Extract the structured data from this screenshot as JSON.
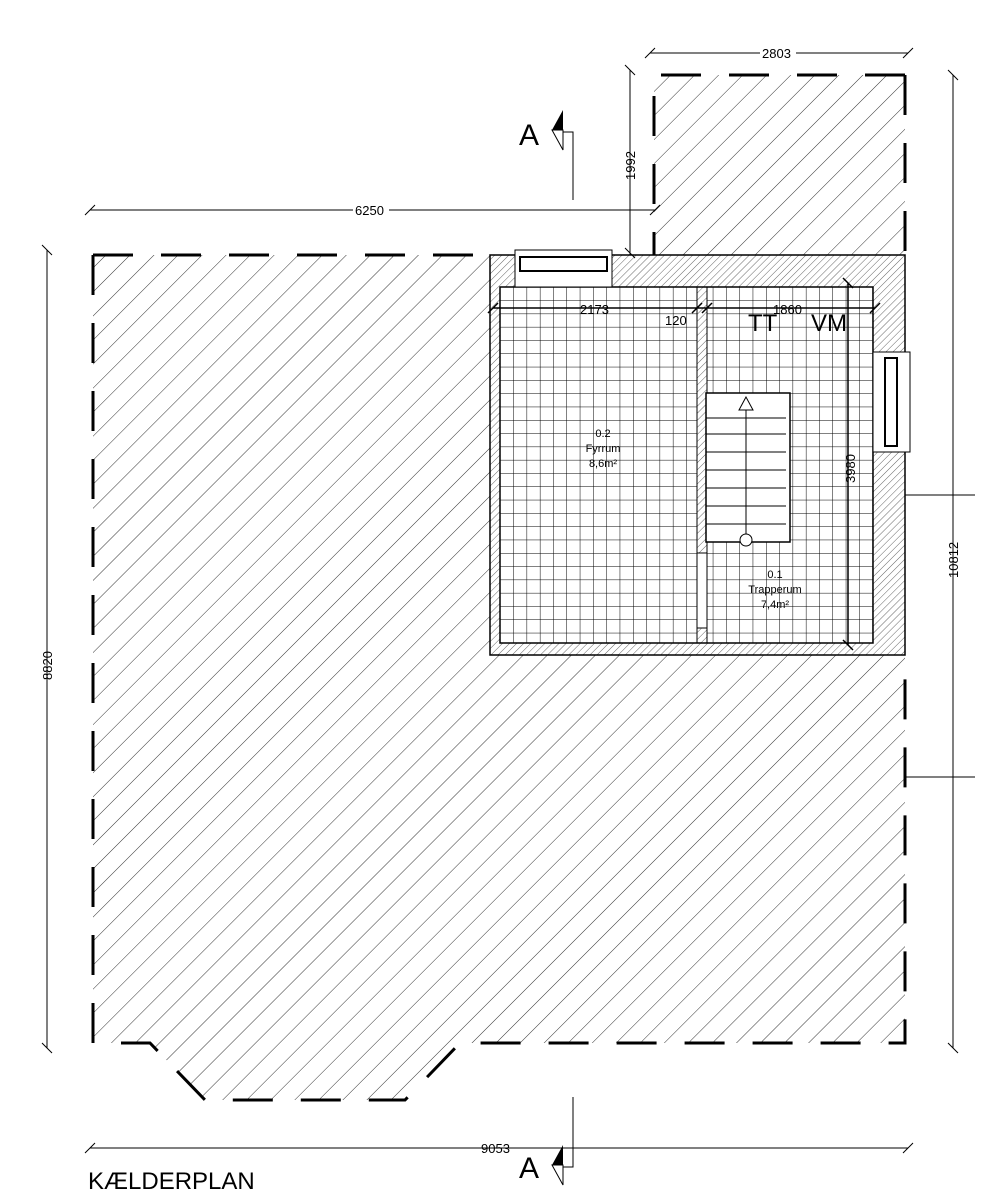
{
  "title": "KÆLDERPLAN",
  "section_marker": "A",
  "dimensions": {
    "top_annex_width": "2803",
    "top_annex_depth": "1992",
    "upper_width": "6250",
    "left_height": "8820",
    "right_height": "10812",
    "bottom_width": "9053",
    "room_left_width": "2173",
    "wall_thickness": "120",
    "room_right_width": "1860",
    "room_height": "3980"
  },
  "symbols": {
    "tt": "TT",
    "vm": "VM"
  },
  "rooms": [
    {
      "number": "0.2",
      "name": "Fyrrum",
      "area": "8,6m²"
    },
    {
      "number": "0.1",
      "name": "Trapperum",
      "area": "7,4m²"
    }
  ],
  "colors": {
    "line": "#000000",
    "background": "#ffffff"
  }
}
